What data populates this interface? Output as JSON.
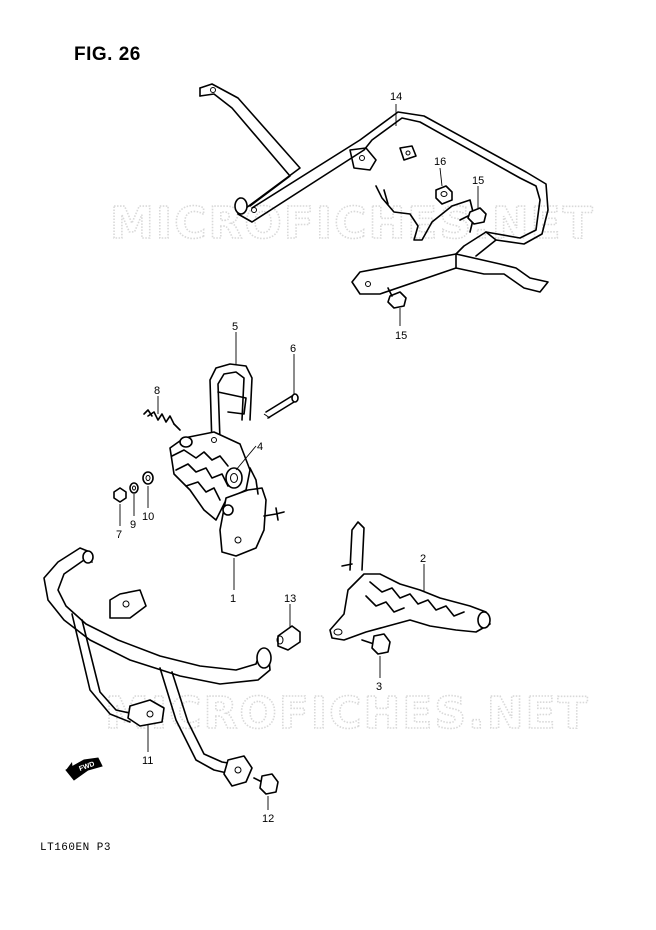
{
  "figure": {
    "title": "FIG. 26",
    "model_code": "LT160EN  P3",
    "watermark": "MICROFICHES.NET",
    "fwd_label": "FWD"
  },
  "callouts": [
    {
      "id": "c14",
      "label": "14"
    },
    {
      "id": "c16",
      "label": "16"
    },
    {
      "id": "c15a",
      "label": "15"
    },
    {
      "id": "c15b",
      "label": "15"
    },
    {
      "id": "c5",
      "label": "5"
    },
    {
      "id": "c6",
      "label": "6"
    },
    {
      "id": "c8",
      "label": "8"
    },
    {
      "id": "c4",
      "label": "4"
    },
    {
      "id": "c7",
      "label": "7"
    },
    {
      "id": "c9",
      "label": "9"
    },
    {
      "id": "c10",
      "label": "10"
    },
    {
      "id": "c1",
      "label": "1"
    },
    {
      "id": "c2",
      "label": "2"
    },
    {
      "id": "c13",
      "label": "13"
    },
    {
      "id": "c3",
      "label": "3"
    },
    {
      "id": "c11",
      "label": "11"
    },
    {
      "id": "c12",
      "label": "12"
    }
  ]
}
